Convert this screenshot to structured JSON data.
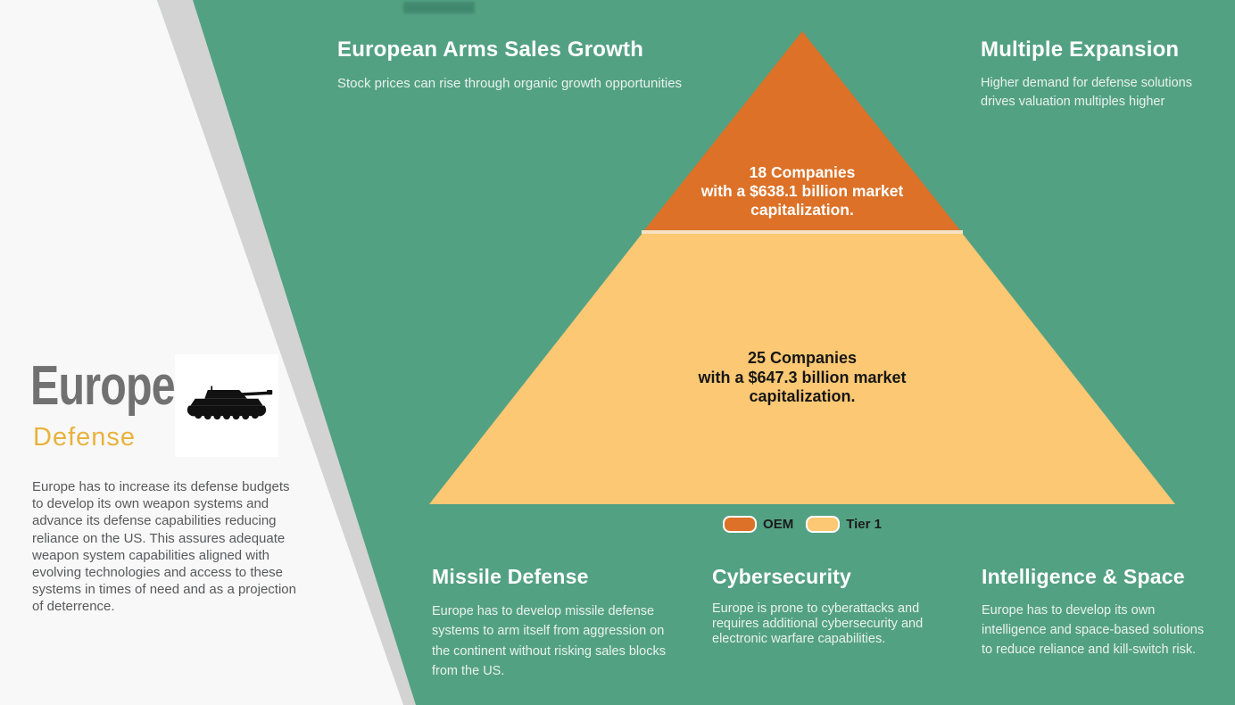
{
  "colors": {
    "background_green": "#53a183",
    "panel_white": "#f8f8f8",
    "diagonal_gray": "#d3d3d3",
    "oem_orange": "#dc7127",
    "tier1_yellow": "#fcc873",
    "brand_title_gray": "#717171",
    "brand_subtitle_gold": "#e9b23d",
    "heading_white": "#ffffff",
    "dark_text": "#161616"
  },
  "brand": {
    "title": "Europe",
    "subtitle": "Defense",
    "description": "Europe has to increase its defense budgets to develop its own weapon systems and advance its defense capabilities reducing reliance on the US. This assures adequate weapon system capabilities aligned with evolving technologies and access to these systems in times of need and as a projection of deterrence."
  },
  "top_left_section": {
    "title": "European Arms Sales Growth",
    "subtitle": "Stock prices can rise through organic growth opportunities"
  },
  "top_right_section": {
    "title": "Multiple Expansion",
    "body": "Higher demand for defense solutions drives valuation multiples higher"
  },
  "chart_data": {
    "type": "pyramid",
    "title": "",
    "legend_position": "bottom-center",
    "levels": [
      {
        "name": "OEM",
        "companies": 18,
        "market_cap_billion_usd": 638.1,
        "color": "#dc7127",
        "text_color": "#ffffff",
        "lines": [
          "18 Companies",
          "with a $638.1 billion market",
          "capitalization."
        ]
      },
      {
        "name": "Tier 1",
        "companies": 25,
        "market_cap_billion_usd": 647.3,
        "color": "#fcc873",
        "text_color": "#161616",
        "lines": [
          "25 Companies",
          "with a $647.3 billion market",
          "capitalization."
        ]
      }
    ],
    "legend": [
      {
        "label": "OEM",
        "color": "#dc7127"
      },
      {
        "label": "Tier 1",
        "color": "#fcc873"
      }
    ]
  },
  "bottom_sections": [
    {
      "title": "Missile Defense",
      "body": "Europe has to develop missile defense systems to arm itself from aggression on the continent without risking sales blocks from the US."
    },
    {
      "title": "Cybersecurity",
      "body": "Europe is prone to cyberattacks and requires additional cybersecurity and electronic warfare capabilities."
    },
    {
      "title": "Intelligence & Space",
      "body": "Europe has to develop its own intelligence and space-based solutions to reduce reliance and kill-switch risk."
    }
  ],
  "icons": {
    "tank": "tank-icon"
  }
}
